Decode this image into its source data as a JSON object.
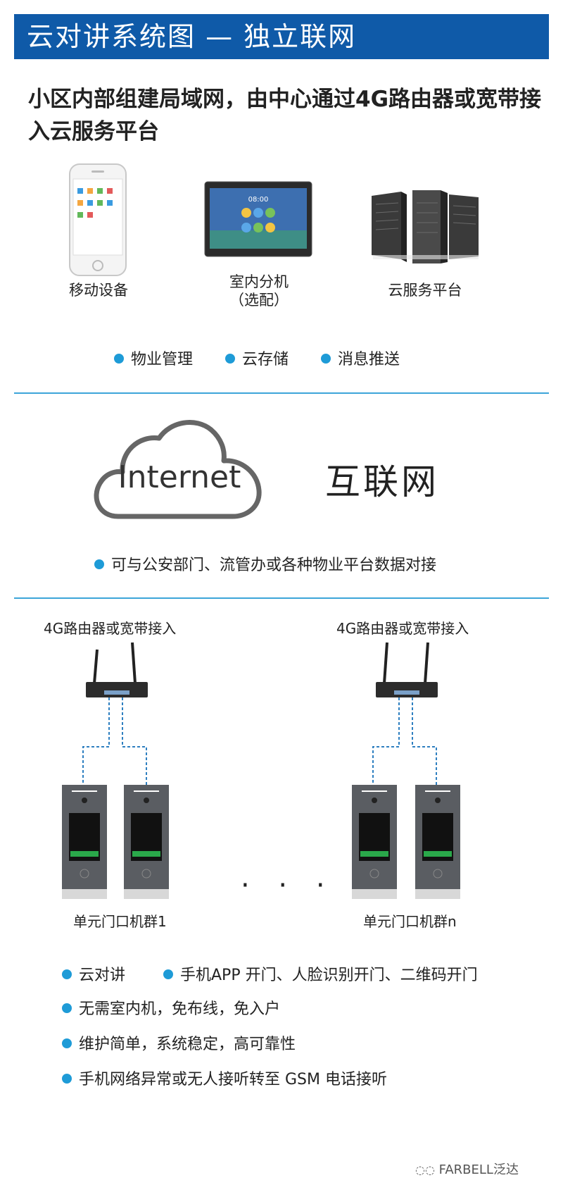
{
  "header": {
    "title": "云对讲系统图 — 独立联网"
  },
  "intro": {
    "text": "小区内部组建局域网，由中心通过4G路由器或宽带接入云服务平台"
  },
  "devices": [
    {
      "label": "移动设备"
    },
    {
      "label": "室内分机",
      "sublabel": "（选配）"
    },
    {
      "label": "云服务平台"
    }
  ],
  "indoor_screen": {
    "time": "08:00"
  },
  "cloud_features": [
    "物业管理",
    "云存储",
    "消息推送"
  ],
  "internet": {
    "cloud_text": "Internet",
    "label": "互联网"
  },
  "integration": {
    "text": "可与公安部门、流管办或各种物业平台数据对接"
  },
  "routers": [
    {
      "label": "4G路由器或宽带接入"
    },
    {
      "label": "4G路由器或宽带接入"
    }
  ],
  "panel_groups": [
    {
      "label": "单元门口机群1"
    },
    {
      "label": "单元门口机群n"
    }
  ],
  "ellipsis": "· · ·",
  "features": [
    [
      "云对讲",
      "手机APP 开门、人脸识别开门、二维码开门"
    ],
    [
      "无需室内机，免布线，免入户"
    ],
    [
      "维护简单，系统稳定，高可靠性"
    ],
    [
      "手机网络异常或无人接听转至 GSM 电话接听"
    ]
  ],
  "watermark": "FARBELL泛达",
  "colors": {
    "title_bg": "#0f5aa8",
    "accent": "#1e9bd7",
    "divider": "#3da5d9"
  }
}
